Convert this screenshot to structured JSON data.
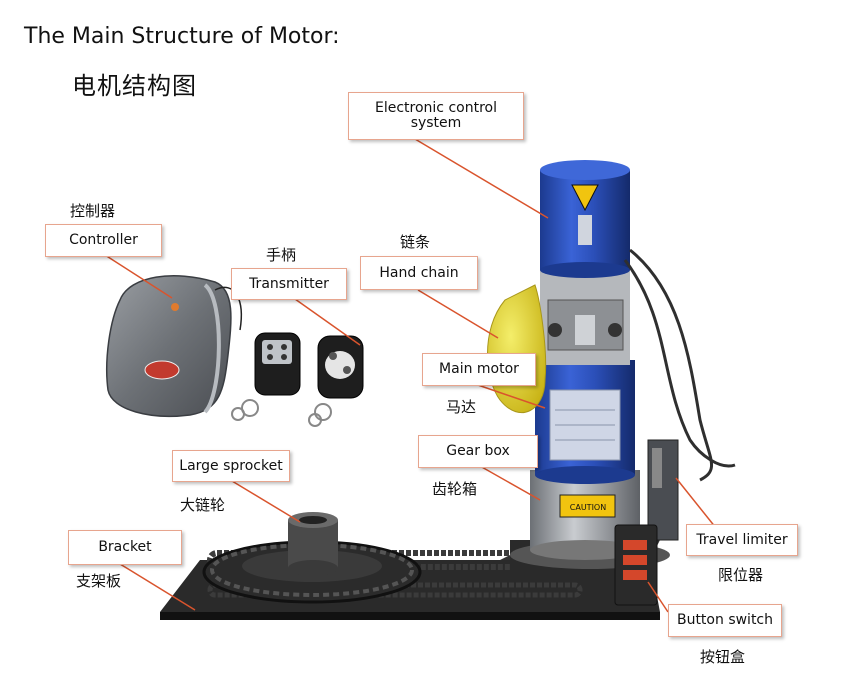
{
  "title_en": "The Main Structure of Motor:",
  "title_cn": "电机结构图",
  "colors": {
    "callout_border": "#e7a58e",
    "leader_line": "#d9542d",
    "motor_blue": "#2a4fb8",
    "chain_cover": "#e6d92a",
    "caution_yellow": "#f1c40f"
  },
  "components": {
    "electronic_control": {
      "label": "Electronic control\nsystem"
    },
    "controller": {
      "label": "Controller",
      "cn": "控制器"
    },
    "transmitter": {
      "label": "Transmitter",
      "cn": "手柄"
    },
    "hand_chain": {
      "label": "Hand chain",
      "cn": "链条"
    },
    "main_motor": {
      "label": "Main motor",
      "cn": "马达"
    },
    "gear_box": {
      "label": "Gear box",
      "cn": "齿轮箱"
    },
    "large_sprocket": {
      "label": "Large sprocket",
      "cn": "大链轮"
    },
    "bracket": {
      "label": "Bracket",
      "cn": "支架板"
    },
    "travel_limiter": {
      "label": "Travel limiter",
      "cn": "限位器"
    },
    "button_switch": {
      "label": "Button switch",
      "cn": "按钮盒"
    }
  },
  "product_text": {
    "caution": "CAUTION"
  }
}
